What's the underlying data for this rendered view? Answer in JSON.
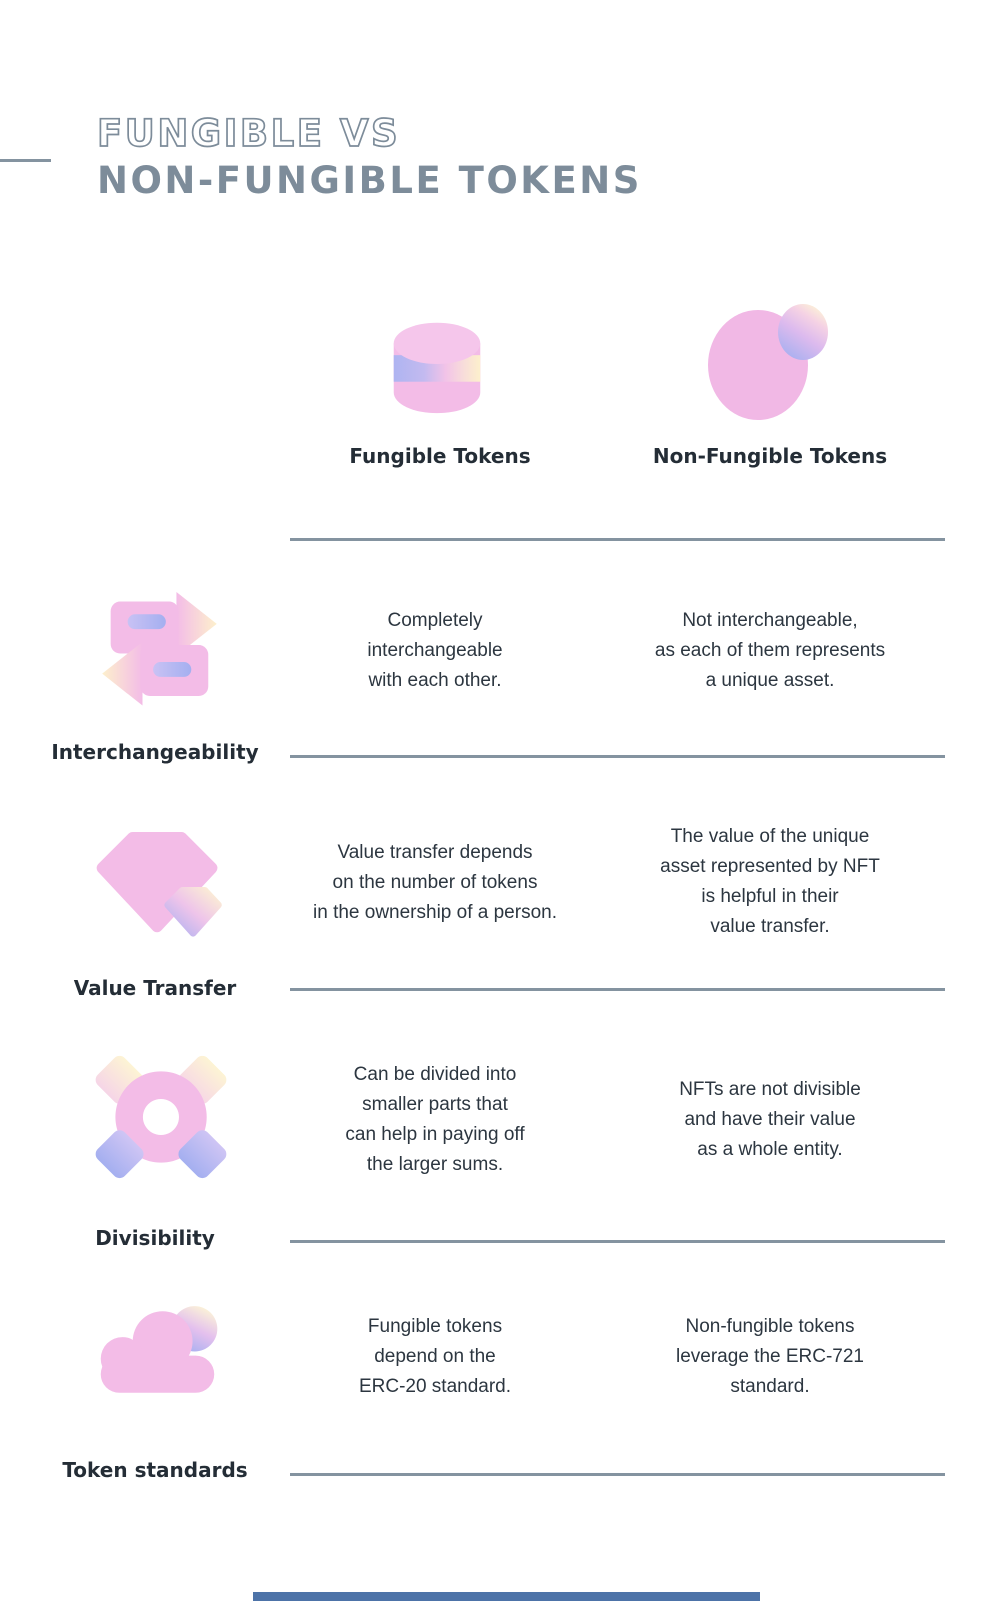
{
  "title": {
    "line1": "FUNGIBLE VS",
    "line2": "NON-FUNGIBLE TOKENS"
  },
  "columns": {
    "fungible": {
      "label": "Fungible Tokens",
      "icon": "coin-cylinder-icon"
    },
    "non_fungible": {
      "label": "Non-Fungible Tokens",
      "icon": "nft-circles-icon"
    }
  },
  "rows": [
    {
      "label": "Interchangeability",
      "icon": "swap-arrows-icon",
      "fungible": "Completely\ninterchangeable\nwith each other.",
      "non_fungible": "Not interchangeable,\nas each of them represents\na unique asset."
    },
    {
      "label": "Value Transfer",
      "icon": "gem-icon",
      "fungible": "Value transfer depends\non the number of tokens\nin the ownership of a person.",
      "non_fungible": "The value of the unique\nasset represented by NFT\nis helpful in their\nvalue transfer."
    },
    {
      "label": "Divisibility",
      "icon": "donut-icon",
      "fungible": "Can be divided into\nsmaller parts that\ncan help in paying off\nthe larger sums.",
      "non_fungible": "NFTs are not divisible\nand have their value\nas a whole entity."
    },
    {
      "label": "Token standards",
      "icon": "cloud-icon",
      "fungible": "Fungible tokens\ndepend on the\nERC-20 standard.",
      "non_fungible": "Non-fungible tokens\nleverage the ERC-721\nstandard."
    }
  ],
  "colors": {
    "slate": "#7d8c9a",
    "divider": "#8493a0",
    "dark_text": "#242d36",
    "body_text": "#2c3640",
    "pink": "#f3bce7",
    "lavender": "#aeb4f1",
    "cream": "#fdf3d3",
    "bottom_bar_blue": "#4d73a8"
  }
}
